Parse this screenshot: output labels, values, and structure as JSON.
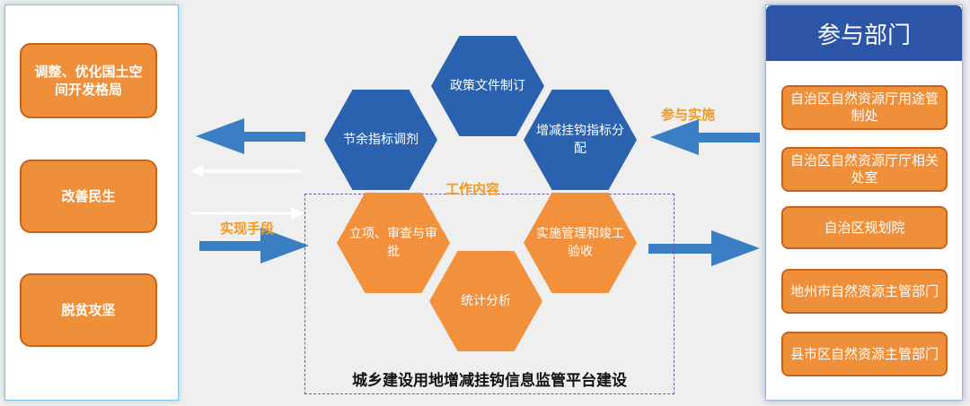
{
  "left_goals": [
    "调整、优化国土空间开发格局",
    "改善民生",
    "脱贫攻坚"
  ],
  "center": {
    "hexagons": [
      "政策文件制订",
      "节余指标调剂",
      "增减挂钩指标分配",
      "立项、审查与审批",
      "实施管理和竣工验收",
      "统计分析"
    ],
    "work_label": "工作内容",
    "means_label": "实现手段",
    "title": "城乡建设用地增减挂钩信息监管平台建设"
  },
  "right": {
    "header": "参与部门",
    "participate_label": "参与实施",
    "departments": [
      "自治区自然资源厅用途管制处",
      "自治区自然资源厅厅相关处室",
      "自治区规划院",
      "地州市自然资源主管部门",
      "县市区自然资源主管部门"
    ]
  },
  "colors": {
    "blue": "#2b62b0",
    "orange": "#f2903c",
    "arrow": "#3a7fc4",
    "header": "#2c55a8"
  }
}
